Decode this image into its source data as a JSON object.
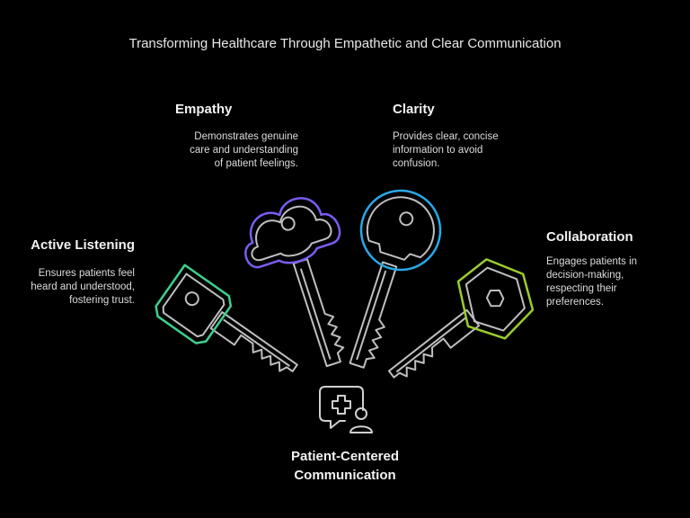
{
  "title": "Transforming Healthcare Through Empathetic and Clear Communication",
  "center": {
    "line1": "Patient-Centered",
    "line2": "Communication",
    "icon": "medical-patient-icon"
  },
  "keys": [
    {
      "label": "Active Listening",
      "desc_lines": [
        "Ensures patients feel",
        "heard and understood,",
        "fostering trust."
      ],
      "color": "#3ecf8e",
      "icon": "square-key-icon"
    },
    {
      "label": "Empathy",
      "desc_lines": [
        "Demonstrates genuine",
        "care and understanding",
        "of patient feelings."
      ],
      "color": "#7b5cf0",
      "icon": "cloud-key-icon"
    },
    {
      "label": "Clarity",
      "desc_lines": [
        "Provides clear, concise",
        "information to avoid",
        "confusion."
      ],
      "color": "#2aa8e8",
      "icon": "round-key-icon"
    },
    {
      "label": "Collaboration",
      "desc_lines": [
        "Engages patients in",
        "decision-making,",
        "respecting their",
        "preferences."
      ],
      "color": "#9ccc2e",
      "icon": "hexagon-key-icon"
    }
  ]
}
